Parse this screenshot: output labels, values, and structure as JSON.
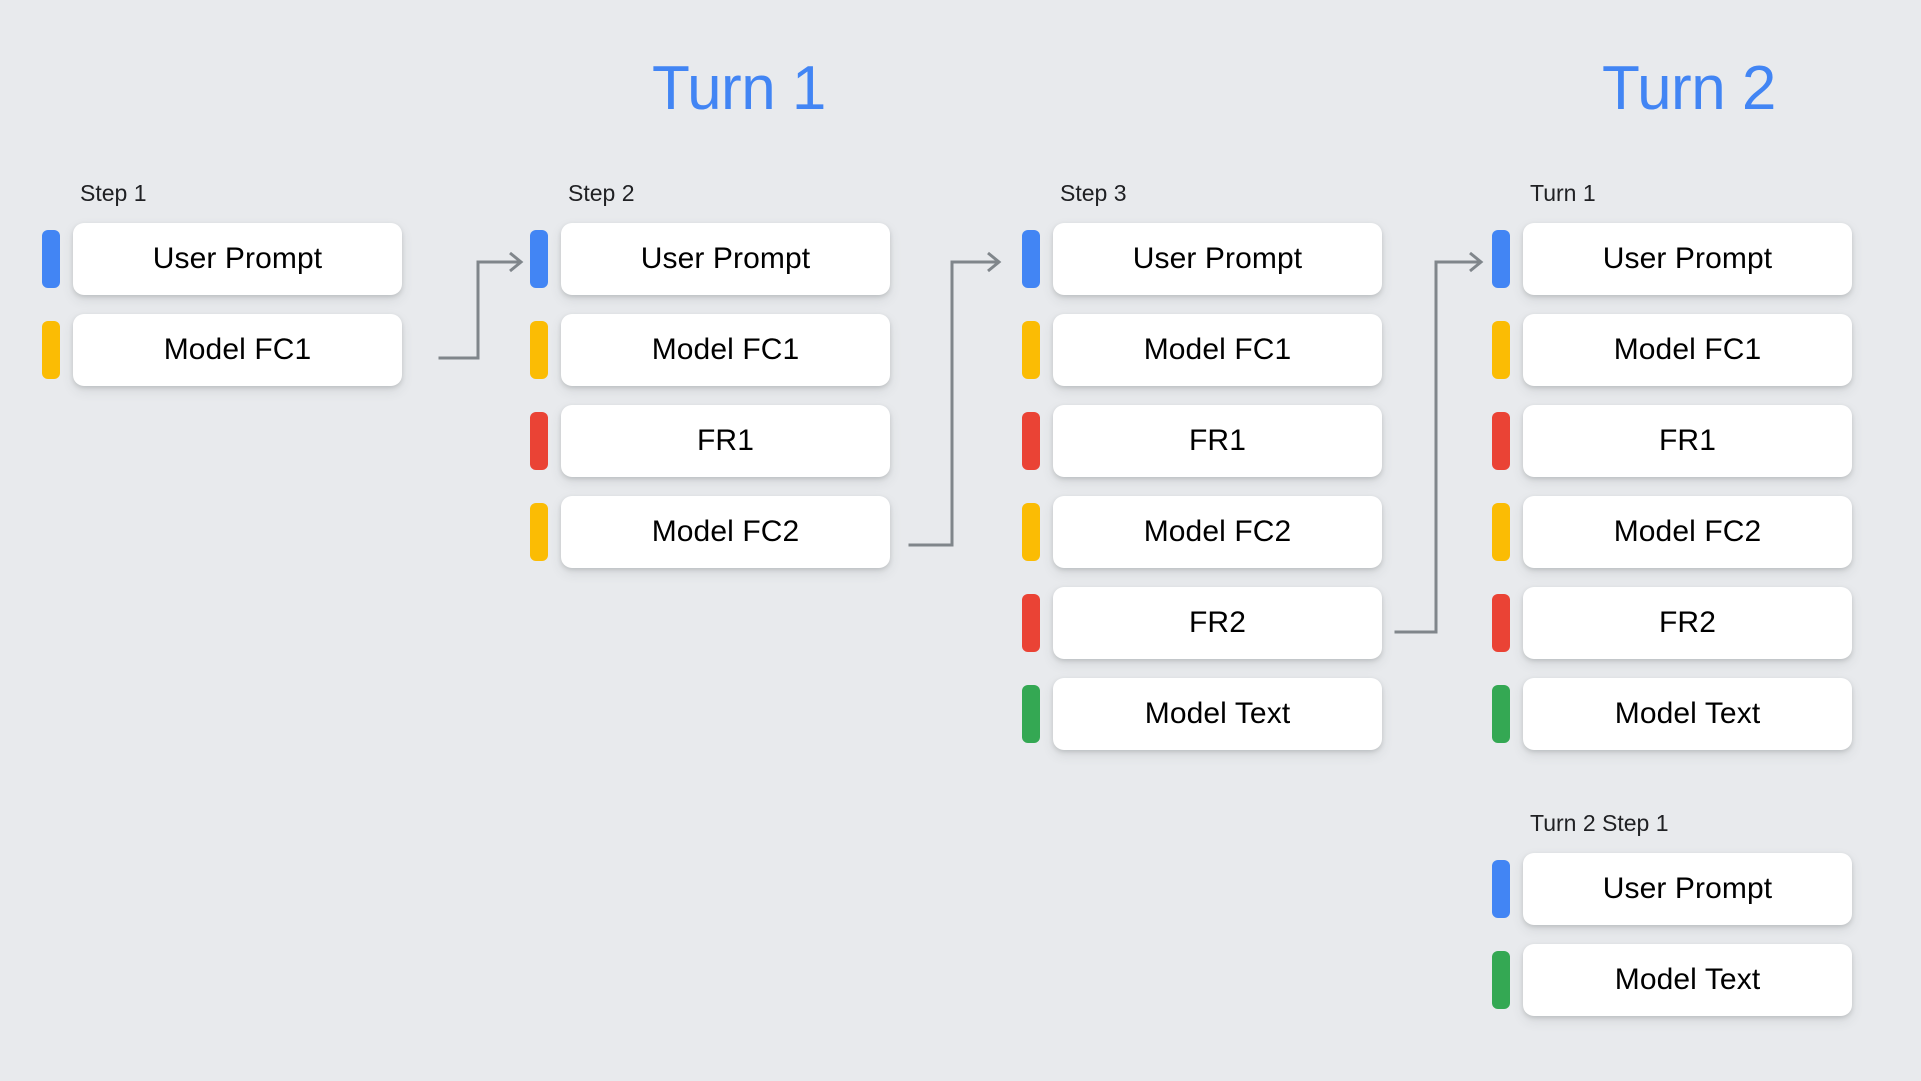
{
  "background_color": "#e8eaed",
  "palette": {
    "blue": "#4285f4",
    "yellow": "#fbbc04",
    "red": "#ea4335",
    "green": "#34a853",
    "connector": "#80868b"
  },
  "turns": [
    {
      "id": "turn-1",
      "title": "Turn 1"
    },
    {
      "id": "turn-2",
      "title": "Turn 2"
    }
  ],
  "columns": [
    {
      "id": "step-1",
      "label": "Step 1",
      "rows": [
        {
          "color": "blue",
          "label": "User Prompt"
        },
        {
          "color": "yellow",
          "label": "Model FC1"
        }
      ]
    },
    {
      "id": "step-2",
      "label": "Step 2",
      "rows": [
        {
          "color": "blue",
          "label": "User Prompt"
        },
        {
          "color": "yellow",
          "label": "Model FC1"
        },
        {
          "color": "red",
          "label": "FR1"
        },
        {
          "color": "yellow",
          "label": "Model FC2"
        }
      ]
    },
    {
      "id": "step-3",
      "label": "Step 3",
      "rows": [
        {
          "color": "blue",
          "label": "User Prompt"
        },
        {
          "color": "yellow",
          "label": "Model FC1"
        },
        {
          "color": "red",
          "label": "FR1"
        },
        {
          "color": "yellow",
          "label": "Model FC2"
        },
        {
          "color": "red",
          "label": "FR2"
        },
        {
          "color": "green",
          "label": "Model Text"
        }
      ]
    },
    {
      "id": "turn-1-history",
      "label": "Turn 1",
      "rows": [
        {
          "color": "blue",
          "label": "User Prompt"
        },
        {
          "color": "yellow",
          "label": "Model FC1"
        },
        {
          "color": "red",
          "label": "FR1"
        },
        {
          "color": "yellow",
          "label": "Model FC2"
        },
        {
          "color": "red",
          "label": "FR2"
        },
        {
          "color": "green",
          "label": "Model Text"
        }
      ]
    },
    {
      "id": "turn-2-step-1",
      "label": "Turn 2 Step 1",
      "rows": [
        {
          "color": "blue",
          "label": "User Prompt"
        },
        {
          "color": "green",
          "label": "Model Text"
        }
      ]
    }
  ],
  "connectors": [
    {
      "id": "connector-1",
      "from": "step-1.Model FC1",
      "to": "step-2.User Prompt"
    },
    {
      "id": "connector-2",
      "from": "step-2.Model FC2",
      "to": "step-3.User Prompt"
    },
    {
      "id": "connector-3",
      "from": "step-3.FR2",
      "to": "turn-1-history.User Prompt"
    }
  ]
}
